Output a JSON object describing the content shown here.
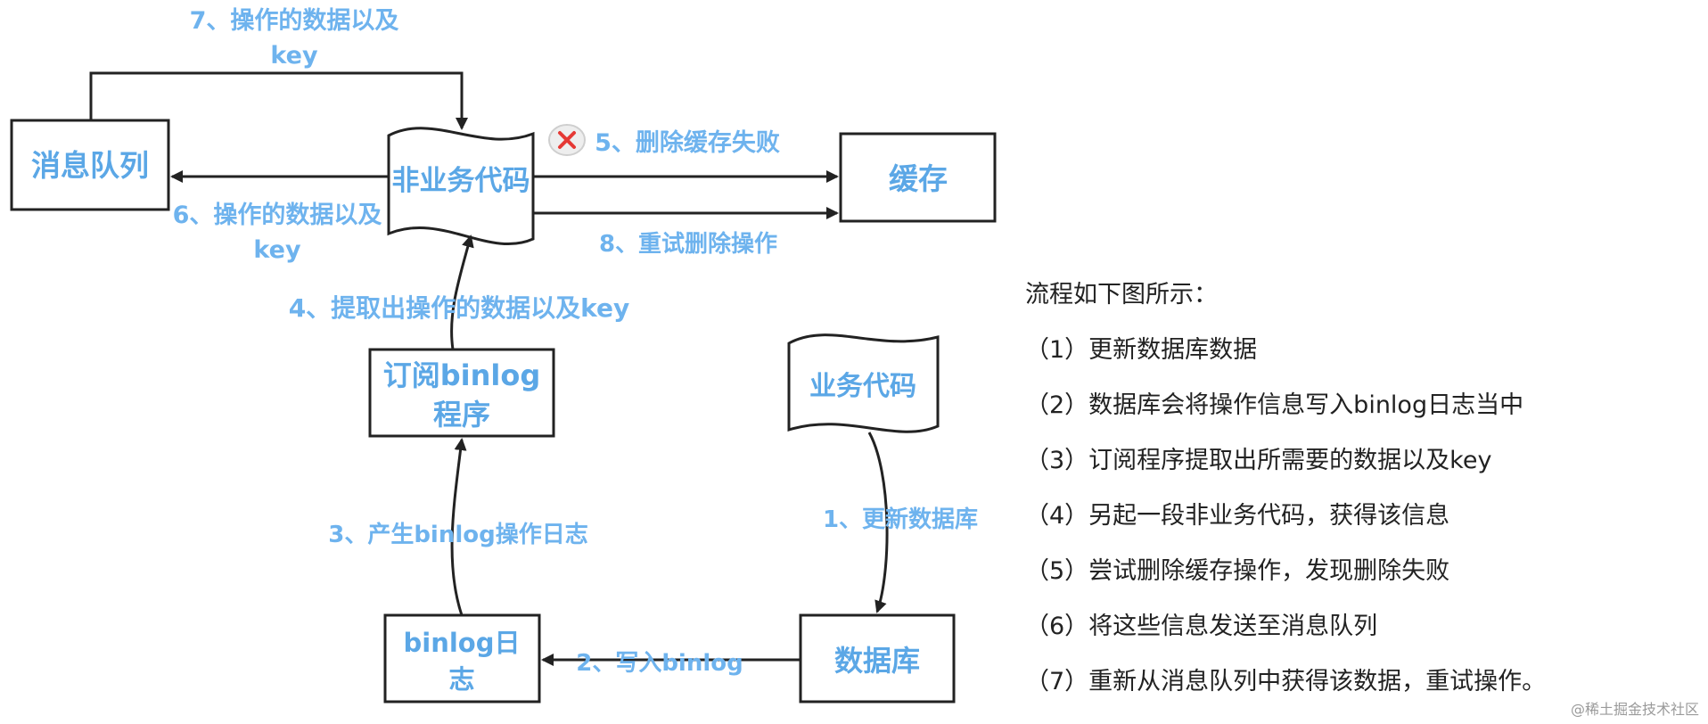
{
  "nodes": {
    "mq": "消息队列",
    "nonbiz": "非业务代码",
    "cache": "缓存",
    "subscriber_line1": "订阅binlog",
    "subscriber_line2": "程序",
    "bizcode": "业务代码",
    "binlog_line1": "binlog日",
    "binlog_line2": "志",
    "db": "数据库"
  },
  "edges": {
    "e1": "1、更新数据库",
    "e2": "2、写入binlog",
    "e3": "3、产生binlog操作日志",
    "e4": "4、提取出操作的数据以及key",
    "e5": "5、删除缓存失败",
    "e6_line1": "6、操作的数据以及",
    "e6_line2": "key",
    "e7_line1": "7、操作的数据以及",
    "e7_line2": "key",
    "e8": "8、重试删除操作"
  },
  "steps": {
    "intro": "流程如下图所示：",
    "items": [
      "（1）更新数据库数据",
      "（2）数据库会将操作信息写入binlog日志当中",
      "（3）订阅程序提取出所需要的数据以及key",
      "（4）另起一段非业务代码，获得该信息",
      "（5）尝试删除缓存操作，发现删除失败",
      "（6）将这些信息发送至消息队列",
      "（7）重新从消息队列中获得该数据，重试操作。"
    ]
  },
  "watermark": "@稀土掘金技术社区",
  "colors": {
    "label": "#5ba7e6",
    "edge_label": "#6eb3ee",
    "line": "#222222",
    "fail_icon": "#e53935"
  }
}
